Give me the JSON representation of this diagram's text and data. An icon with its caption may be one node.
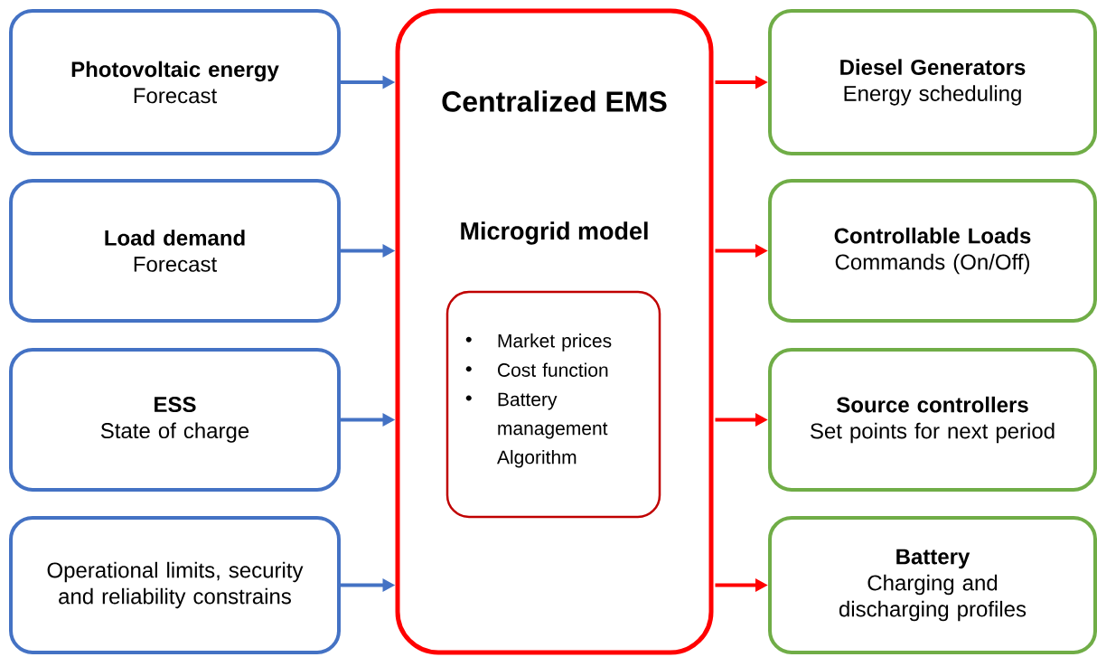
{
  "diagram": {
    "nodes": [
      {
        "text": [
          "Photovoltaic energy",
          "Forecast"
        ]
      },
      {
        "text": [
          "Load demand",
          "Forecast"
        ]
      },
      {
        "text": [
          "ESS",
          "State of charge"
        ]
      },
      {
        "text": [
          "Operational limits, security and reliability constrains"
        ]
      },
      {
        "text": [
          "Centralized EMS",
          "Microgrid model"
        ]
      },
      {
        "text": [
          "Market prices",
          "Cost function",
          "Battery management Algorithm"
        ],
        "in": 4
      },
      {
        "text": [
          "Diesel Generators",
          "Energy scheduling"
        ]
      },
      {
        "text": [
          "Controllable Loads",
          "Commands (On/Off)"
        ]
      },
      {
        "text": [
          "Source controllers",
          "Set points for next period"
        ]
      },
      {
        "text": [
          "Battery",
          "Charging and discharging profiles"
        ]
      }
    ],
    "edges": [
      {
        "from": 0,
        "to": 4,
        "arrow": "to",
        "color": "#4472c4"
      },
      {
        "from": 1,
        "to": 4,
        "arrow": "to",
        "color": "#4472c4"
      },
      {
        "from": 2,
        "to": 4,
        "arrow": "to",
        "color": "#4472c4"
      },
      {
        "from": 3,
        "to": 4,
        "arrow": "to",
        "color": "#4472c4"
      },
      {
        "from": 4,
        "to": 6,
        "arrow": "to",
        "color": "#ff0000"
      },
      {
        "from": 4,
        "to": 7,
        "arrow": "to",
        "color": "#ff0000"
      },
      {
        "from": 4,
        "to": 8,
        "arrow": "to",
        "color": "#ff0000"
      },
      {
        "from": 4,
        "to": 9,
        "arrow": "to",
        "color": "#ff0000"
      }
    ]
  }
}
